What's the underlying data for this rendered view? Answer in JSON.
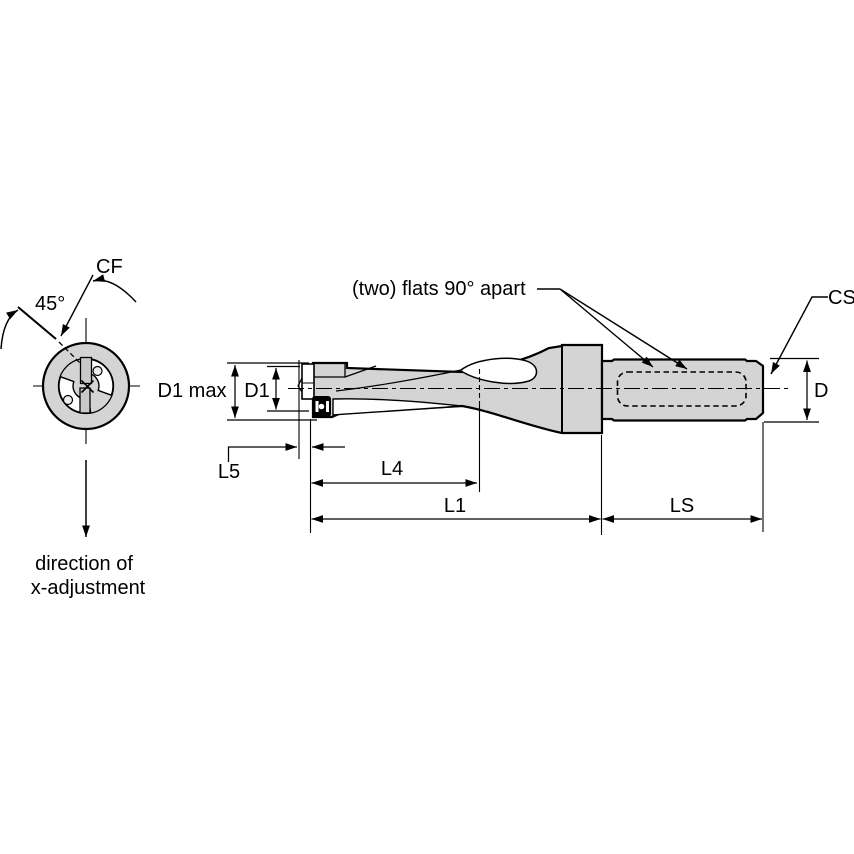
{
  "diagram": {
    "front_view": {
      "cf_label": "CF",
      "angle_label": "45°",
      "direction_label_line1": "direction of",
      "direction_label_line2": "x-adjustment"
    },
    "side_view": {
      "flats_note": "(two) flats 90° apart",
      "cs_label": "CS",
      "d_label": "D",
      "d1_max_label": "D1 max",
      "d1_label": "D1",
      "l5_label": "L5",
      "l4_label": "L4",
      "l1_label": "L1",
      "ls_label": "LS"
    },
    "colors": {
      "body_fill": "#d4d4d4",
      "outline": "#000000",
      "background": "#ffffff"
    }
  }
}
